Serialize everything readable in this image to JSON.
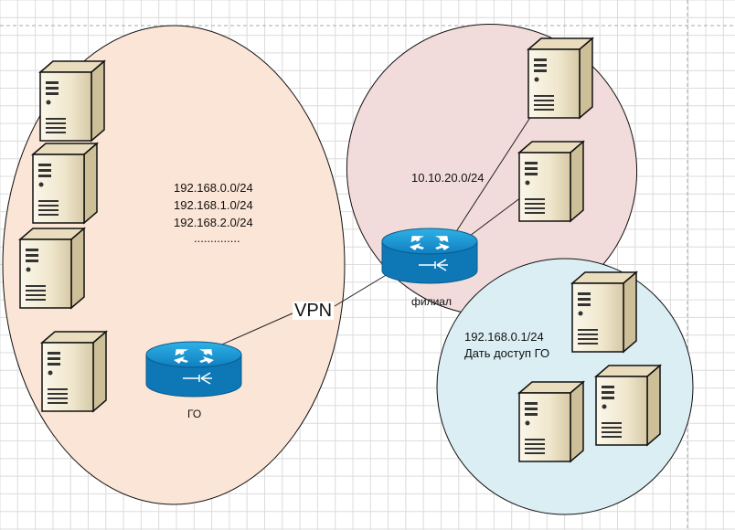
{
  "diagram": {
    "ho_subnets": [
      "192.168.0.0/24",
      "192.168.1.0/24",
      "192.168.2.0/24"
    ],
    "ho_subnets_more": "..............",
    "ho_router_label": "ГО",
    "vpn_label": "VPN",
    "branch_subnet": "10.10.20.0/24",
    "branch_router_label": "филиал",
    "third_subnet": "192.168.0.1/24",
    "third_note": "Дать доступ ГО"
  },
  "colors": {
    "ho_zone": "#fbe5d6",
    "branch_zone": "#f2dcdb",
    "third_zone": "#daeef3",
    "router": "#1a9ad6",
    "server_body": "#f3ecd9",
    "grid": "#d9d9d9"
  },
  "icons": [
    "server-icon",
    "router-icon"
  ]
}
